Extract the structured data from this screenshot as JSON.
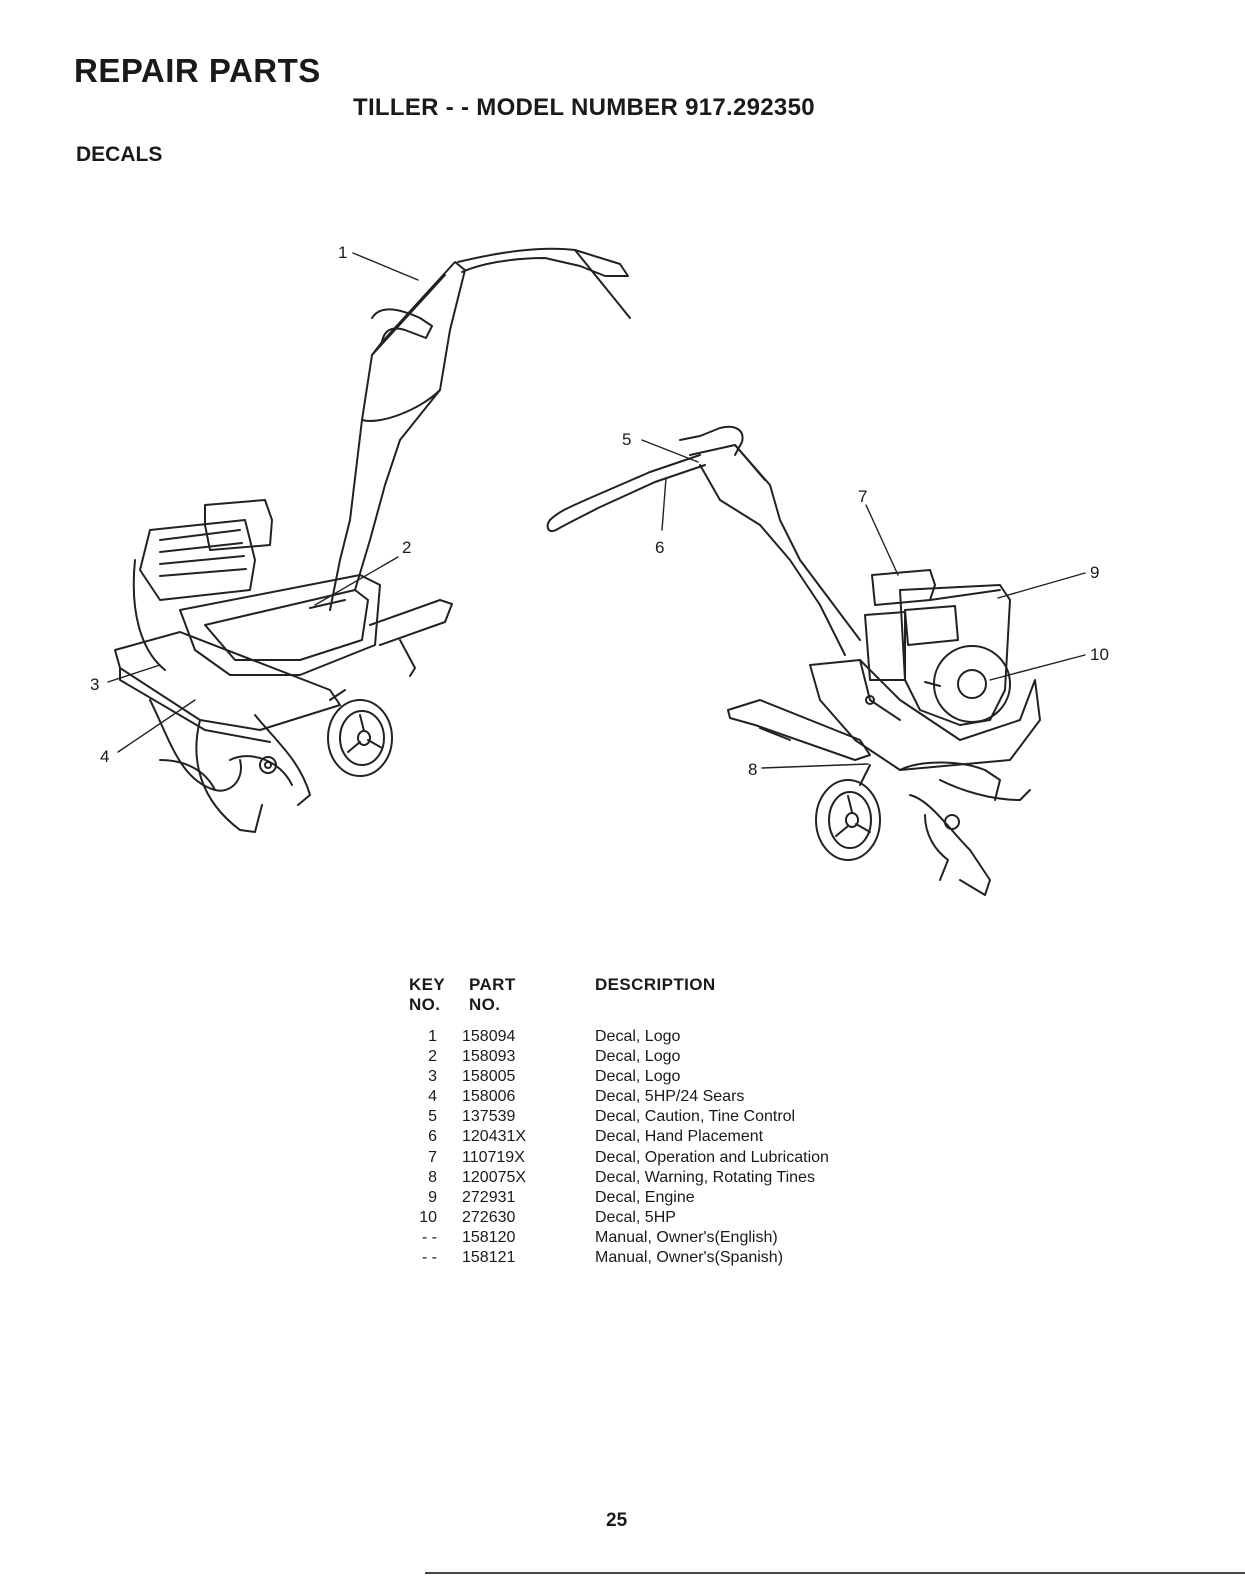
{
  "header": {
    "section_title": "REPAIR PARTS",
    "model_title": "TILLER - - MODEL NUMBER 917.292350",
    "sub_title": "DECALS"
  },
  "figure": {
    "callouts": [
      "1",
      "2",
      "3",
      "4",
      "5",
      "6",
      "7",
      "8",
      "9",
      "10"
    ]
  },
  "table": {
    "headers": {
      "key_line1": "KEY",
      "key_line2": "NO.",
      "part_line1": "PART",
      "part_line2": "NO.",
      "description": "DESCRIPTION"
    },
    "rows": [
      {
        "key": "1",
        "part": "158094",
        "description": "Decal, Logo"
      },
      {
        "key": "2",
        "part": "158093",
        "description": "Decal, Logo"
      },
      {
        "key": "3",
        "part": "158005",
        "description": "Decal, Logo"
      },
      {
        "key": "4",
        "part": "158006",
        "description": "Decal, 5HP/24 Sears"
      },
      {
        "key": "5",
        "part": "137539",
        "description": "Decal, Caution, Tine Control"
      },
      {
        "key": "6",
        "part": "120431X",
        "description": "Decal, Hand Placement"
      },
      {
        "key": "7",
        "part": "110719X",
        "description": "Decal, Operation and Lubrication"
      },
      {
        "key": "8",
        "part": "120075X",
        "description": "Decal, Warning, Rotating Tines"
      },
      {
        "key": "9",
        "part": "272931",
        "description": "Decal, Engine"
      },
      {
        "key": "10",
        "part": "272630",
        "description": "Decal, 5HP"
      },
      {
        "key": "- -",
        "part": "158120",
        "description": "Manual, Owner's(English)"
      },
      {
        "key": "- -",
        "part": "158121",
        "description": "Manual, Owner's(Spanish)"
      }
    ]
  },
  "footer": {
    "page_number": "25"
  }
}
